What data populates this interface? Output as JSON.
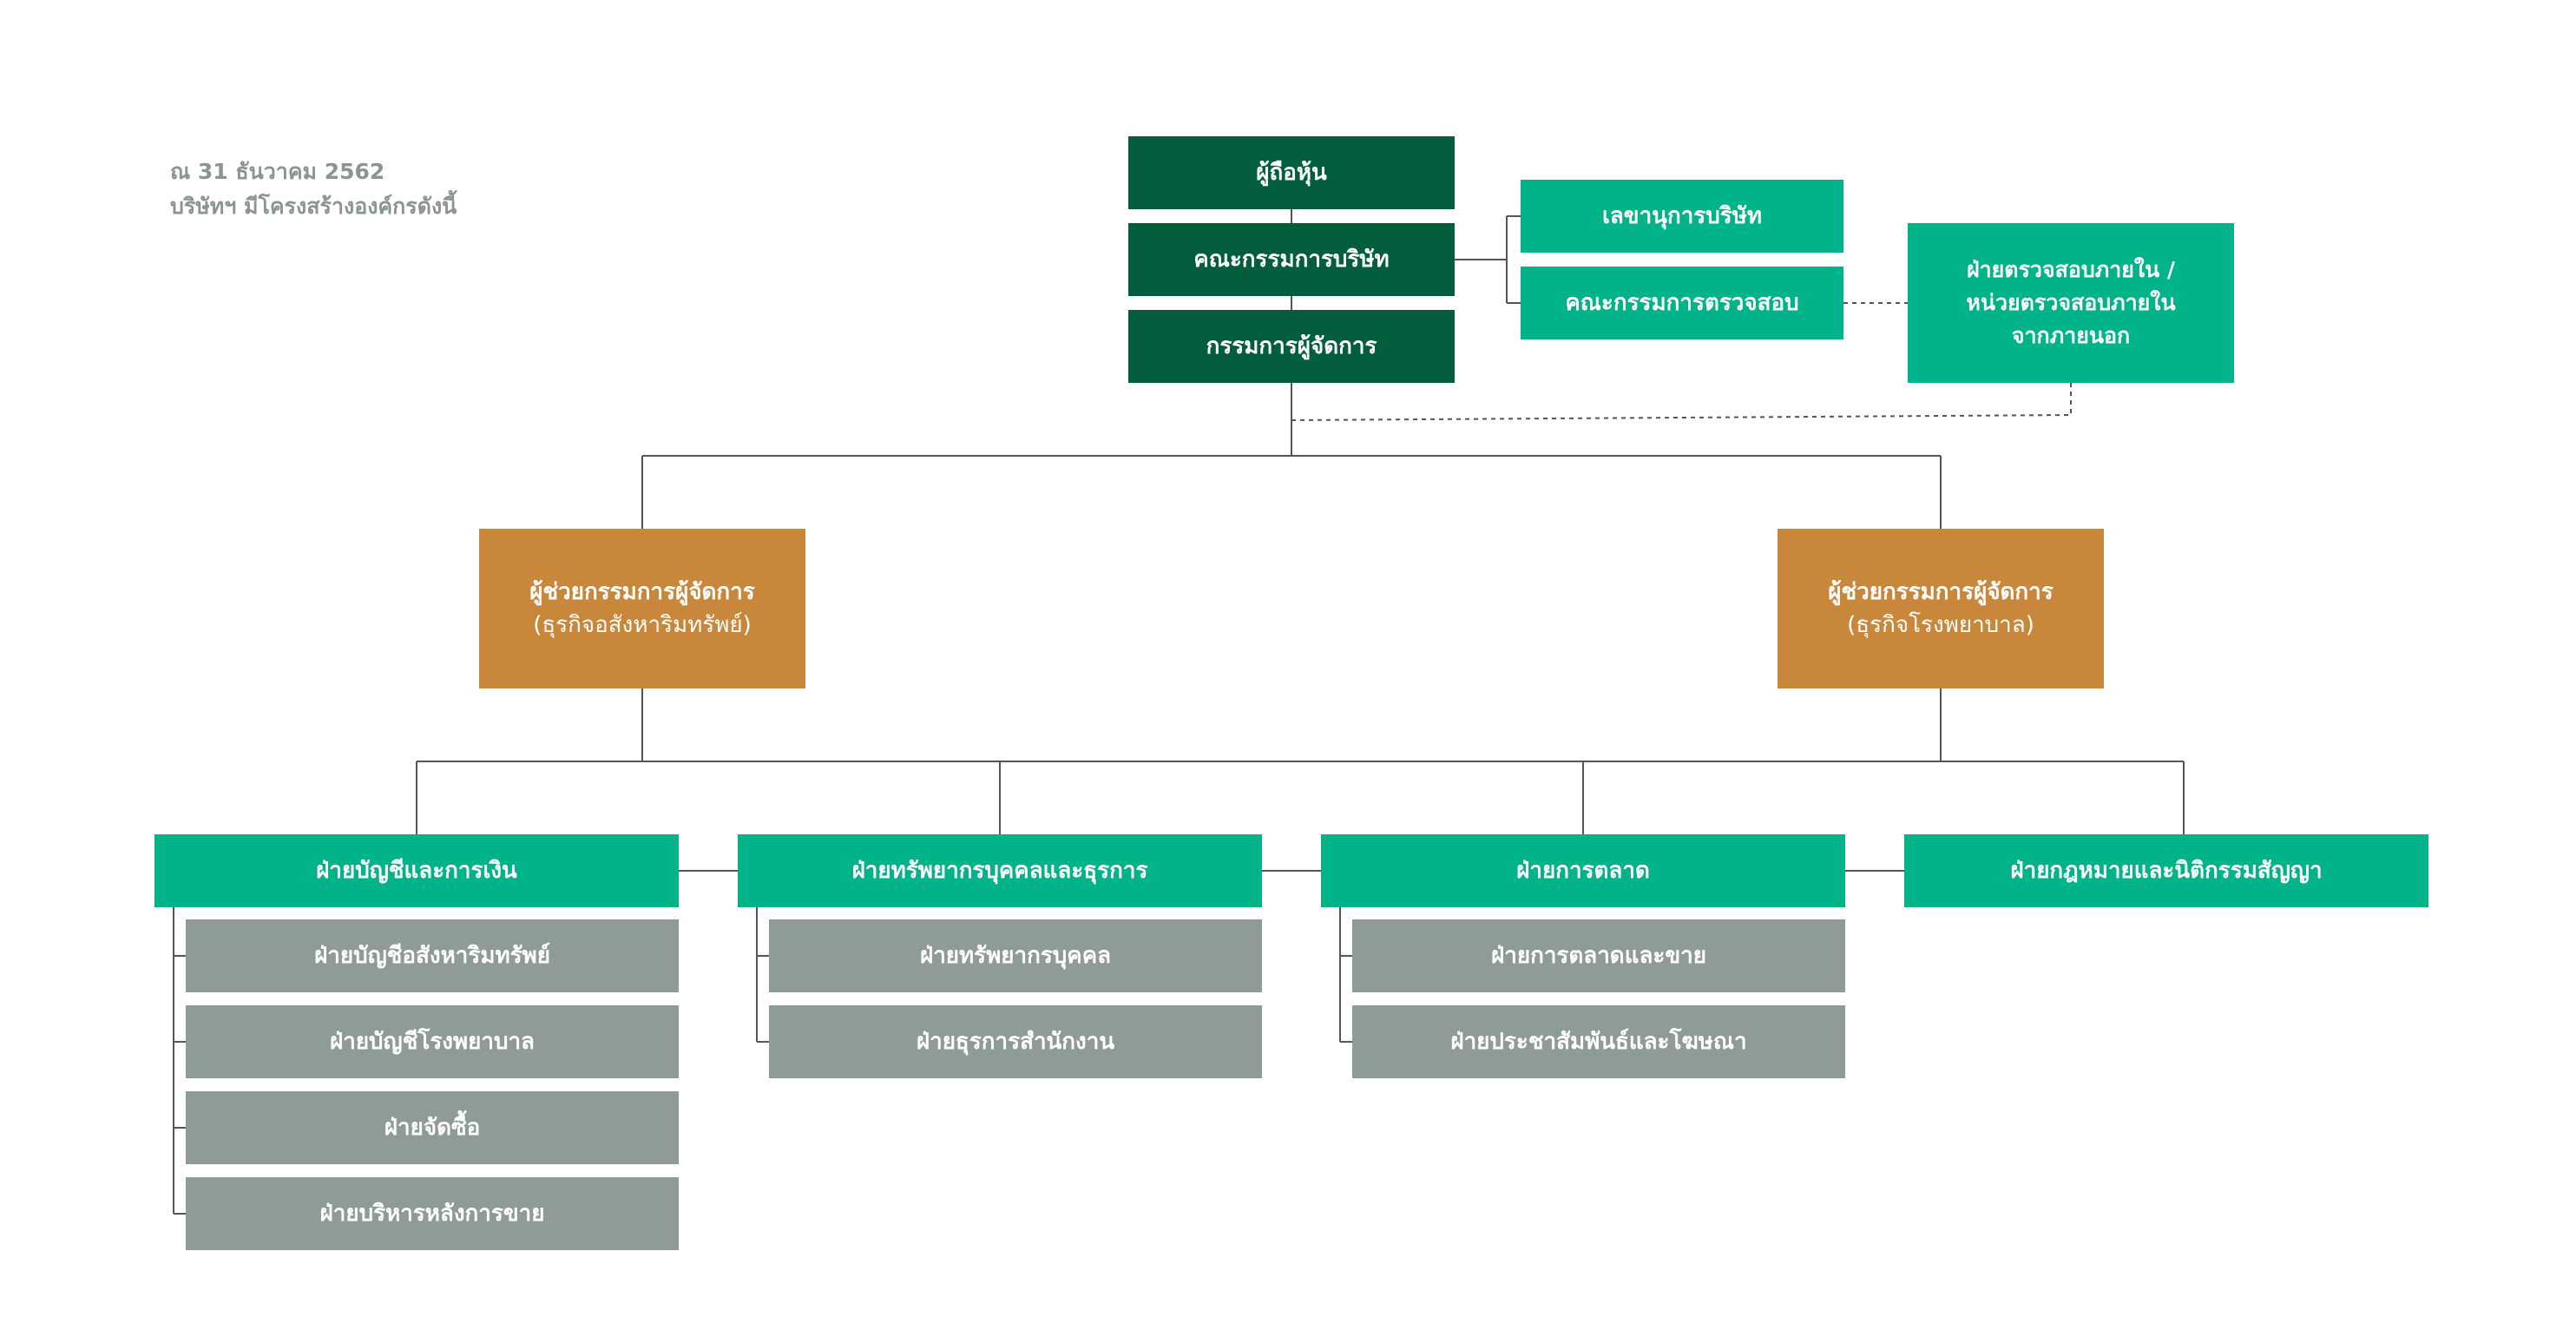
{
  "note": {
    "date": "ณ 31 ธันวาคม 2562",
    "caption": "บริษัทฯ มีโครงสร้างองค์กรดังนี้"
  },
  "colors": {
    "top_level": "#035e3d",
    "unit": "#00b388",
    "sub_unit": "#8e9b98",
    "assistant": "#c8873a",
    "connector": "#555555"
  },
  "top": {
    "shareholders": "ผู้ถือหุ้น",
    "board": "คณะกรรมการบริษัท",
    "managing_director": "กรรมการผู้จัดการ"
  },
  "side": {
    "secretary": "เลขานุการบริษัท",
    "audit_committee": "คณะกรรมการตรวจสอบ",
    "internal_audit": {
      "line1": "ฝ่ายตรวจสอบภายใน /",
      "line2": "หน่วยตรวจสอบภายใน",
      "line3": "จากภายนอก"
    }
  },
  "assistants": [
    {
      "title": "ผู้ช่วยกรรมการผู้จัดการ",
      "subtitle": "(ธุรกิจอสังหาริมทรัพย์)"
    },
    {
      "title": "ผู้ช่วยกรรมการผู้จัดการ",
      "subtitle": "(ธุรกิจโรงพยาบาล)"
    }
  ],
  "departments": [
    {
      "name": "ฝ่ายบัญชีและการเงิน",
      "subs": [
        "ฝ่ายบัญชีอสังหาริมทรัพย์",
        "ฝ่ายบัญชีโรงพยาบาล",
        "ฝ่ายจัดซื้อ",
        "ฝ่ายบริหารหลังการขาย"
      ]
    },
    {
      "name": "ฝ่ายทรัพยากรบุคคลและธุรการ",
      "subs": [
        "ฝ่ายทรัพยากรบุคคล",
        "ฝ่ายธุรการสำนักงาน"
      ]
    },
    {
      "name": "ฝ่ายการตลาด",
      "subs": [
        "ฝ่ายการตลาดและขาย",
        "ฝ่ายประชาสัมพันธ์และโฆษณา"
      ]
    },
    {
      "name": "ฝ่ายกฎหมายและนิติกรรมสัญญา",
      "subs": []
    }
  ]
}
